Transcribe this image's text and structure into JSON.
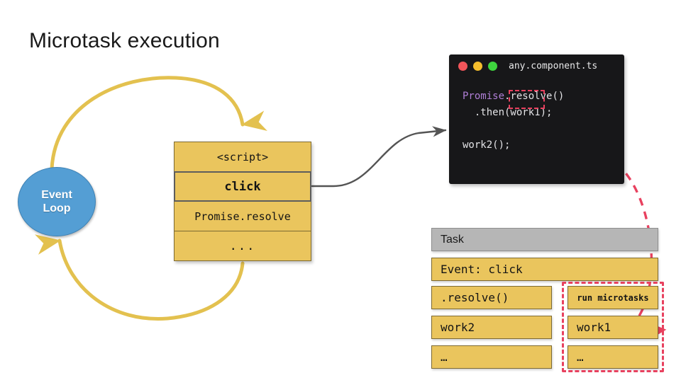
{
  "page": {
    "title": "Microtask execution",
    "background": "#ffffff"
  },
  "colors": {
    "box_yellow": "#EAC55D",
    "box_border": "#7d6a33",
    "event_loop_blue": "#549ED4",
    "header_gray": "#B6B6B6",
    "accent_red": "#E8415F",
    "arrow_yellow": "#E3C14F",
    "arrow_gray": "#545454",
    "code_background": "#171719",
    "code_text": "#e3e3e6",
    "code_keyword_purple": "#b07fd6"
  },
  "event_loop": {
    "label_line1": "Event",
    "label_line2": "Loop",
    "shape": "circle-icon"
  },
  "call_stack": {
    "name": "call-stack",
    "rows": [
      {
        "label": "<script>",
        "active": false
      },
      {
        "label": "click",
        "active": true
      },
      {
        "label": "Promise.resolve",
        "active": false
      },
      {
        "label": "...",
        "active": false
      }
    ]
  },
  "code_panel": {
    "filename": "any.component.ts",
    "traffic_lights": [
      "close-dot-red",
      "minimize-dot-yellow",
      "maximize-dot-green"
    ],
    "lines": [
      {
        "class_token": "Promise",
        "plain_token": ".resolve()"
      },
      {
        "class_token": "",
        "plain_token": "  .then(work1);"
      },
      {
        "class_token": "",
        "plain_token": ""
      },
      {
        "class_token": "",
        "plain_token": "work2();"
      }
    ],
    "highlighted_token": "work1"
  },
  "task_queue": {
    "header": "Task",
    "event_row": "Event: click",
    "task_column": [
      ".resolve()",
      "work2",
      "…"
    ],
    "microtask_column": [
      "run microtasks",
      "work1",
      "…"
    ],
    "microtask_highlighted": true
  },
  "arrows": [
    {
      "name": "event-loop-to-stack-arrow",
      "color": "#E3C14F",
      "style": "solid"
    },
    {
      "name": "stack-to-event-loop-arrow",
      "color": "#E3C14F",
      "style": "solid"
    },
    {
      "name": "click-to-code-arrow",
      "color": "#545454",
      "style": "solid"
    },
    {
      "name": "code-to-microtask-arrow",
      "color": "#E8415F",
      "style": "dashed"
    }
  ]
}
